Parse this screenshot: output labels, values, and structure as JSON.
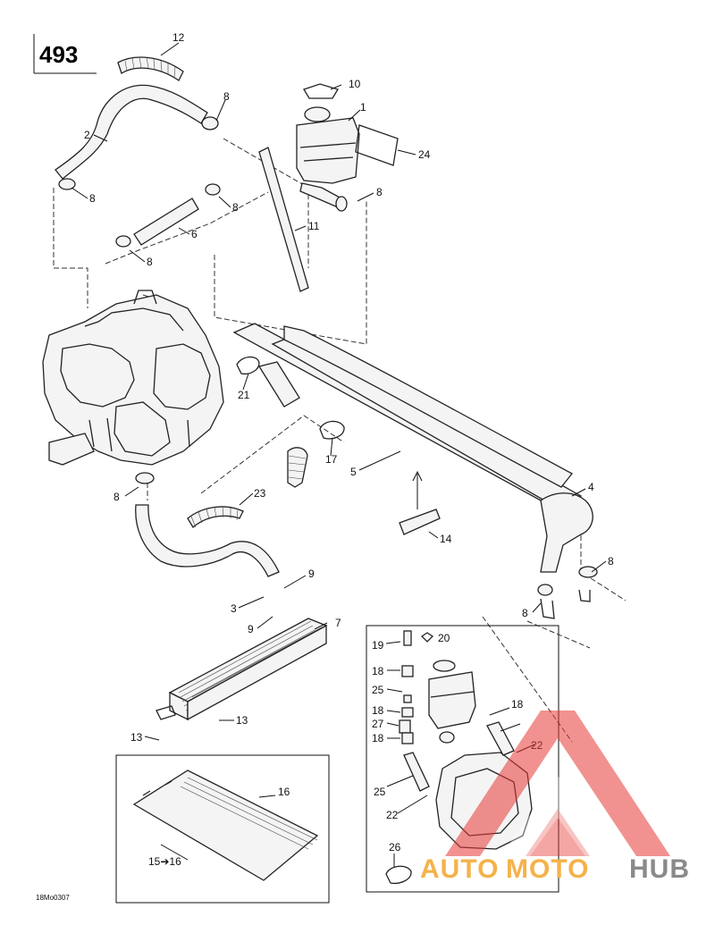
{
  "page_number": "493",
  "drawing_code": "18Mo0307",
  "watermark": {
    "part1": "AUTO",
    "part2": "MOTO",
    "part3": "HUB",
    "color_red": "#e53935",
    "color_orange": "#f5b24a",
    "color_gray": "#8a8a8a"
  },
  "callouts": [
    "12",
    "8",
    "10",
    "1",
    "2",
    "24",
    "8",
    "8",
    "8",
    "11",
    "6",
    "8",
    "21",
    "17",
    "5",
    "4",
    "8",
    "23",
    "14",
    "8",
    "8",
    "9",
    "3",
    "9",
    "7",
    "13",
    "13",
    "19",
    "20",
    "18",
    "25",
    "18",
    "27",
    "18",
    "25",
    "22",
    "18",
    "22",
    "16",
    "15➔16",
    "26"
  ]
}
